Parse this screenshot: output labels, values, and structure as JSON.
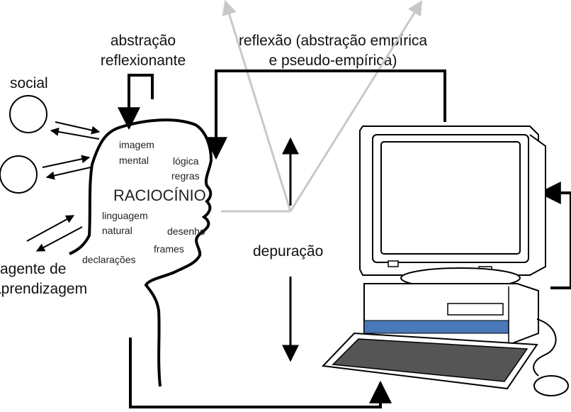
{
  "labels": {
    "reflective_abstraction": [
      "abstração",
      "reflexionante"
    ],
    "reflection": [
      "reflexão (abstração empírica",
      "e pseudo-empírica)"
    ],
    "social": "social",
    "learning_agent": [
      "agente de",
      "aprendizagem"
    ],
    "debugging": "depuração"
  },
  "head": {
    "center_label": "RACIOCÍNIO",
    "items": {
      "mental_image": [
        "imagem",
        "mental"
      ],
      "logic_rules": [
        "lógica",
        "regras"
      ],
      "natural_language": [
        "linguagem",
        "natural"
      ],
      "drawing": "desenho",
      "frames": "frames",
      "declarations": "declarações"
    }
  },
  "colors": {
    "line": "#000000",
    "gray_arrow": "#c8c8c8",
    "accent_blue": "#4a78b8"
  }
}
